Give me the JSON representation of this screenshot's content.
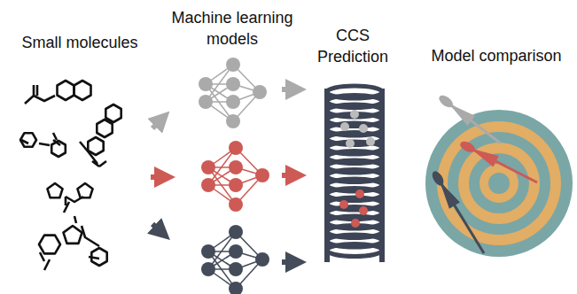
{
  "diagram": {
    "labels": [
      "Small molecules",
      "Machine learning models",
      "CCS Prediction",
      "Model comparison"
    ]
  }
}
